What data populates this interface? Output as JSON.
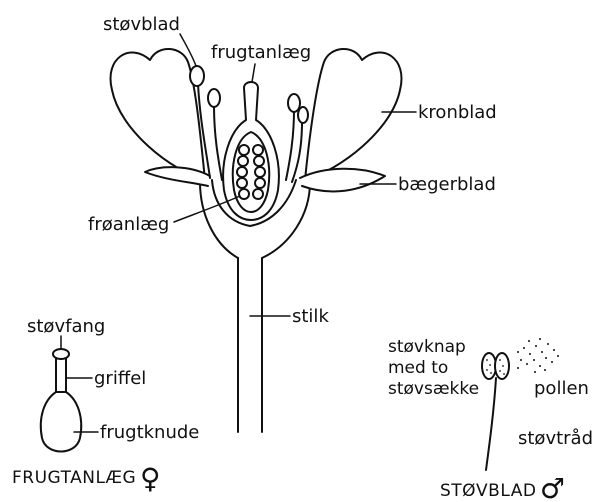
{
  "labels": {
    "stovblad": "støvblad",
    "frugtanlaeg": "frugtanlæg",
    "kronblad": "kronblad",
    "baegerblad": "bægerblad",
    "froanlaeg": "frøanlæg",
    "stilk": "stilk",
    "stovfang": "støvfang",
    "griffel": "griffel",
    "frugtknude": "frugtknude",
    "frugtanlaeg_caption": "FRUGTANLÆG",
    "female_symbol": "♀",
    "stovknap_line1": "støvknap",
    "stovknap_line2": "med to",
    "stovknap_line3": "støvsække",
    "pollen": "pollen",
    "stovtraad": "støvtråd",
    "stovblad_caption": "STØVBLAD",
    "male_symbol": "♂"
  }
}
